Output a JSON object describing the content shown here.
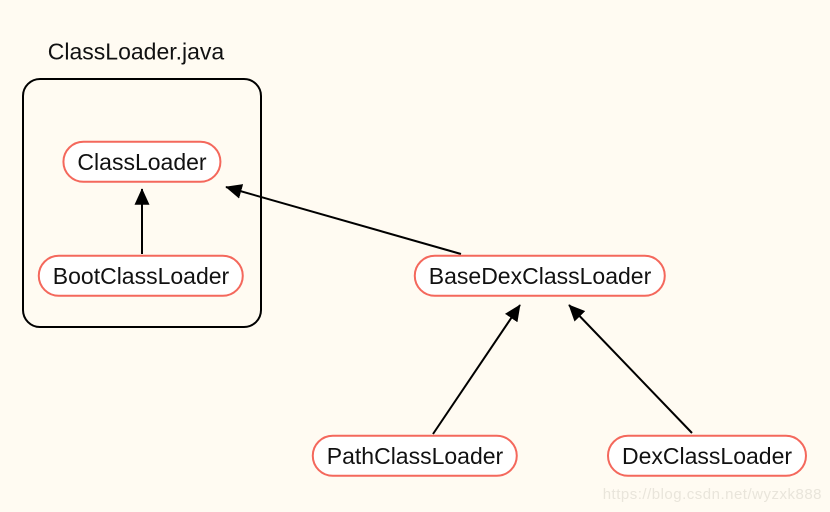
{
  "title": "ClassLoader.java",
  "nodes": {
    "classloader": "ClassLoader",
    "bootclassloader": "BootClassLoader",
    "basedexclassloader": "BaseDexClassLoader",
    "pathclassloader": "PathClassLoader",
    "dexclassloader": "DexClassLoader"
  },
  "edges": [
    {
      "from": "BootClassLoader",
      "to": "ClassLoader"
    },
    {
      "from": "BaseDexClassLoader",
      "to": "ClassLoader"
    },
    {
      "from": "PathClassLoader",
      "to": "BaseDexClassLoader"
    },
    {
      "from": "DexClassLoader",
      "to": "BaseDexClassLoader"
    }
  ],
  "watermark": "https://blog.csdn.net/wyzxk888",
  "colors": {
    "background": "#FFFBF2",
    "node_border": "#F4685C",
    "node_fill": "#FFFFFF",
    "container_border": "#000000",
    "arrow": "#000000",
    "text": "#111111",
    "watermark_text": "#E9E5DB"
  }
}
